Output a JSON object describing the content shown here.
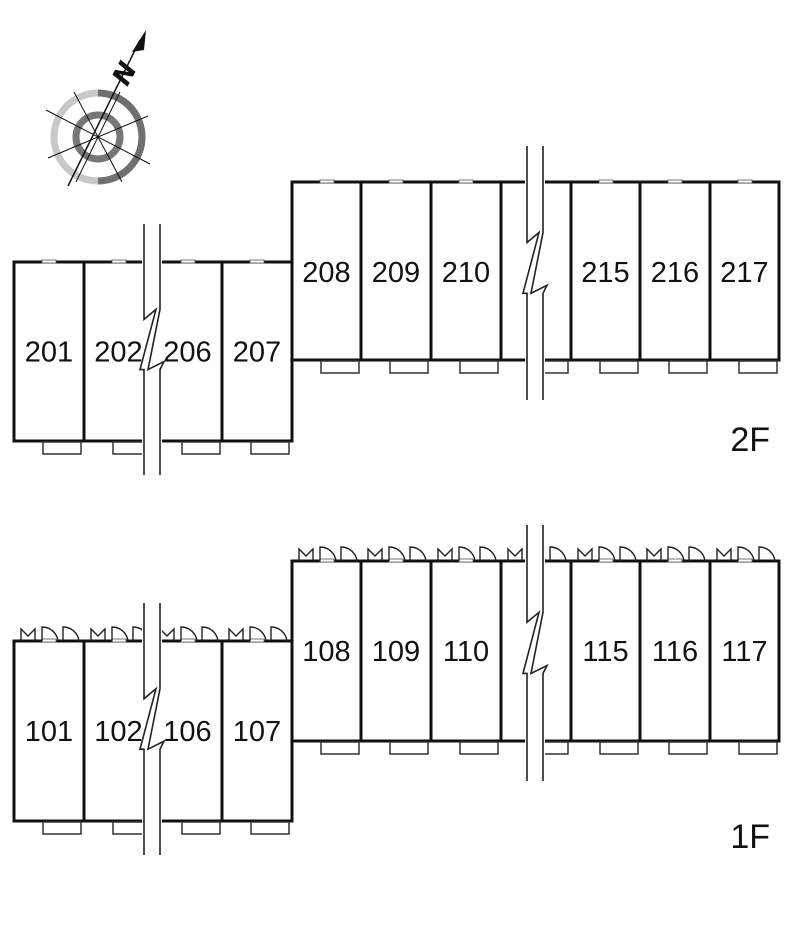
{
  "compass": {
    "north_label": "N"
  },
  "floors": [
    {
      "id": "2f",
      "label": "2F",
      "west_units": [
        "201",
        "202",
        "206",
        "207"
      ],
      "east_units": [
        "208",
        "209",
        "210",
        "",
        "215",
        "216",
        "217"
      ]
    },
    {
      "id": "1f",
      "label": "1F",
      "west_units": [
        "101",
        "102",
        "106",
        "107"
      ],
      "east_units": [
        "108",
        "109",
        "110",
        "",
        "115",
        "116",
        "117"
      ]
    }
  ]
}
